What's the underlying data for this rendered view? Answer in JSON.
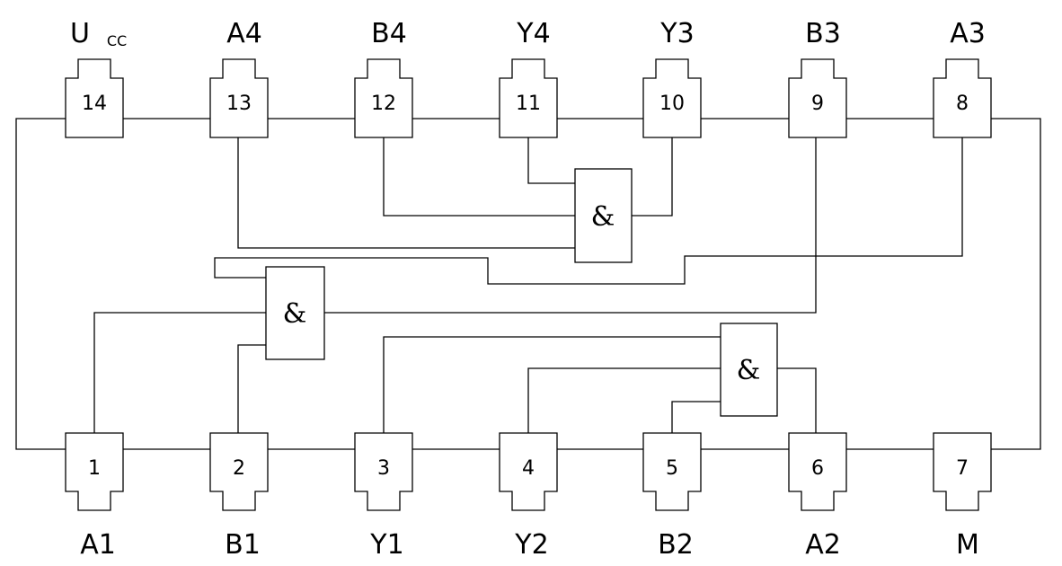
{
  "top_pins": [
    {
      "num": "14",
      "name": "U",
      "sub": "CC"
    },
    {
      "num": "13",
      "name": "A4",
      "sub": ""
    },
    {
      "num": "12",
      "name": "B4",
      "sub": ""
    },
    {
      "num": "11",
      "name": "Y4",
      "sub": ""
    },
    {
      "num": "10",
      "name": "Y3",
      "sub": ""
    },
    {
      "num": "9",
      "name": "B3",
      "sub": ""
    },
    {
      "num": "8",
      "name": "A3",
      "sub": ""
    }
  ],
  "bottom_pins": [
    {
      "num": "1",
      "name": "A1"
    },
    {
      "num": "2",
      "name": "B1"
    },
    {
      "num": "3",
      "name": "Y1"
    },
    {
      "num": "4",
      "name": "Y2"
    },
    {
      "num": "5",
      "name": "B2"
    },
    {
      "num": "6",
      "name": "A2"
    },
    {
      "num": "7",
      "name": "M"
    }
  ],
  "gates": [
    {
      "symbol": "&"
    },
    {
      "symbol": "&"
    },
    {
      "symbol": "&"
    }
  ]
}
